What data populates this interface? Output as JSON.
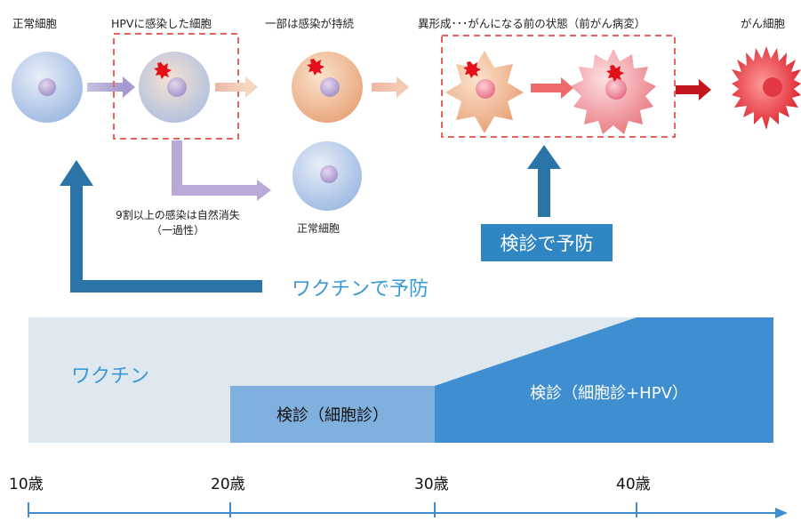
{
  "stages": {
    "normal_cell": "正常細胞",
    "hpv_infected": "HPVに感染した細胞",
    "persistent": "一部は感染が持続",
    "dysplasia": "異形成･･･がんになる前の状態（前がん病変）",
    "cancer": "がん細胞"
  },
  "branch": {
    "note_line1": "9割以上の感染は自然消失",
    "note_line2": "（一過性）",
    "normal_cell_label": "正常細胞"
  },
  "prevention": {
    "screening_label": "検診で予防",
    "vaccine_label": "ワクチンで予防"
  },
  "timeline": {
    "vaccine_band": "ワクチン",
    "cytology_band": "検診（細胞診）",
    "cytology_hpv_band": "検診（細胞診+HPV）",
    "ticks": [
      "10歳",
      "20歳",
      "30歳",
      "40歳"
    ]
  },
  "colors": {
    "normal_cell": "#a9c2e6",
    "infected_cell": "#e8bfa6",
    "dysplasia": "#e8a07a",
    "cancer": "#e0202a",
    "dashed_box": "#e8645a",
    "blue_dark": "#2a74a8",
    "blue_mid": "#3f8fd0",
    "blue_light": "#7fb0de",
    "band_light": "#dfe7ef",
    "axis": "#3f8fd0"
  }
}
